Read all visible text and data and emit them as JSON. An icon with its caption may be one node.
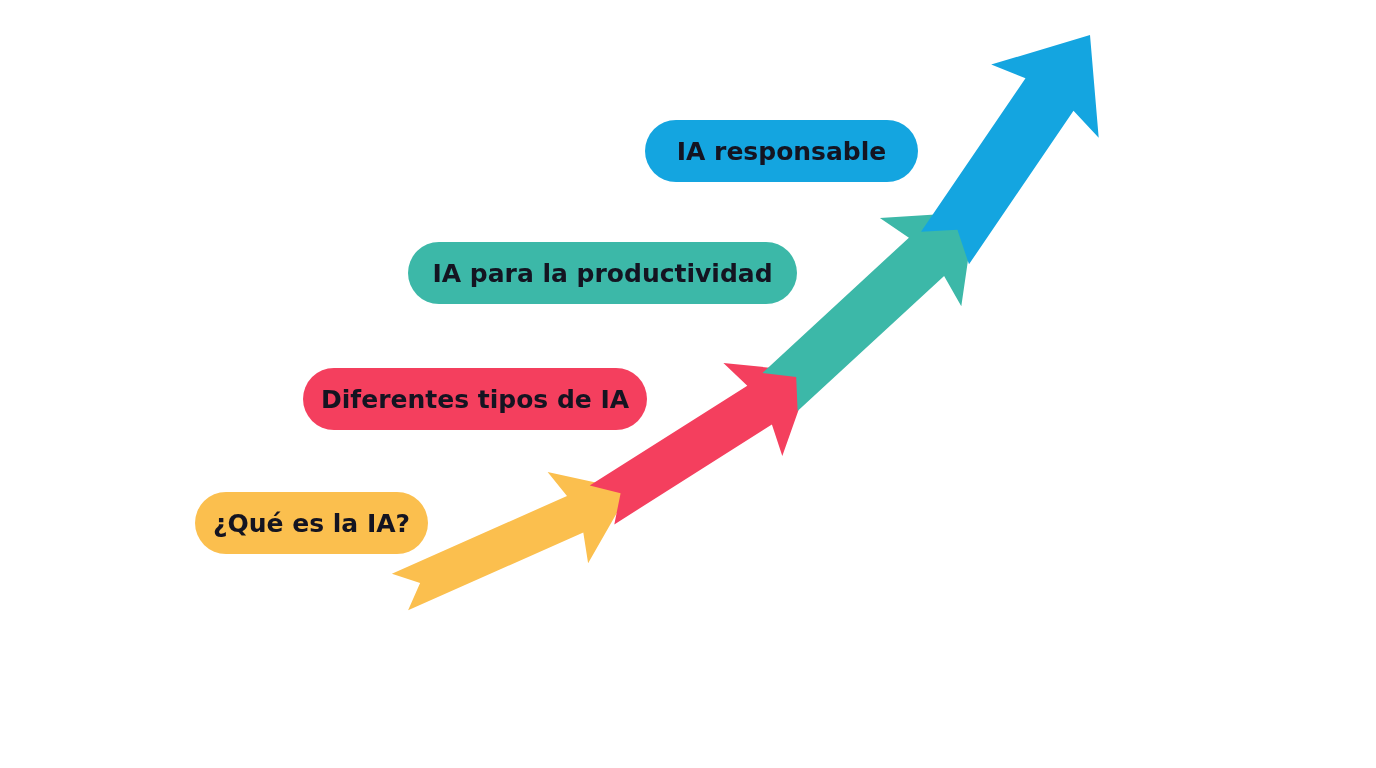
{
  "diagram": {
    "nodes": [
      {
        "text": [
          "IA responsable"
        ]
      },
      {
        "text": [
          "IA para la productividad"
        ]
      },
      {
        "text": [
          "Diferentes tipos de IA"
        ]
      },
      {
        "text": [
          "¿Qué es la IA?"
        ]
      }
    ]
  }
}
